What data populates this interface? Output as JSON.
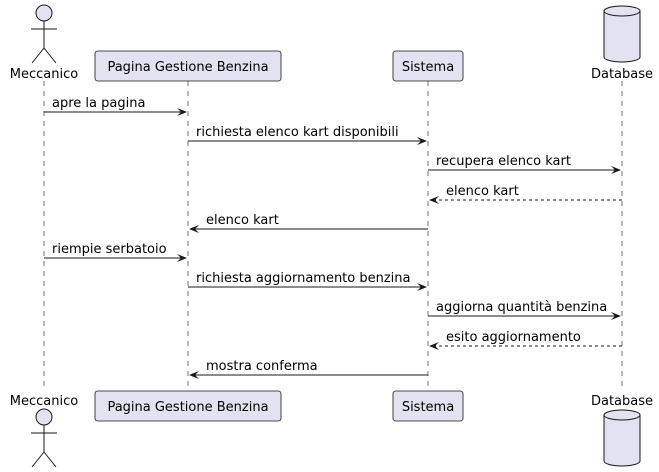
{
  "participants": [
    {
      "id": "meccanico",
      "label": "Meccanico",
      "kind": "actor"
    },
    {
      "id": "pagina",
      "label": "Pagina Gestione Benzina",
      "kind": "participant"
    },
    {
      "id": "sistema",
      "label": "Sistema",
      "kind": "participant"
    },
    {
      "id": "database",
      "label": "Database",
      "kind": "database"
    }
  ],
  "messages": [
    {
      "from": "meccanico",
      "to": "pagina",
      "label": "apre la pagina",
      "style": "solid"
    },
    {
      "from": "pagina",
      "to": "sistema",
      "label": "richiesta elenco kart disponibili",
      "style": "solid"
    },
    {
      "from": "sistema",
      "to": "database",
      "label": "recupera elenco kart",
      "style": "solid"
    },
    {
      "from": "database",
      "to": "sistema",
      "label": "elenco kart",
      "style": "dashed"
    },
    {
      "from": "sistema",
      "to": "pagina",
      "label": "elenco kart",
      "style": "solid"
    },
    {
      "from": "meccanico",
      "to": "pagina",
      "label": "riempie serbatoio",
      "style": "solid"
    },
    {
      "from": "pagina",
      "to": "sistema",
      "label": "richiesta aggiornamento benzina",
      "style": "solid"
    },
    {
      "from": "sistema",
      "to": "database",
      "label": "aggiorna quantità benzina",
      "style": "solid"
    },
    {
      "from": "database",
      "to": "sistema",
      "label": "esito aggiornamento",
      "style": "dashed"
    },
    {
      "from": "sistema",
      "to": "pagina",
      "label": "mostra conferma",
      "style": "solid"
    }
  ]
}
